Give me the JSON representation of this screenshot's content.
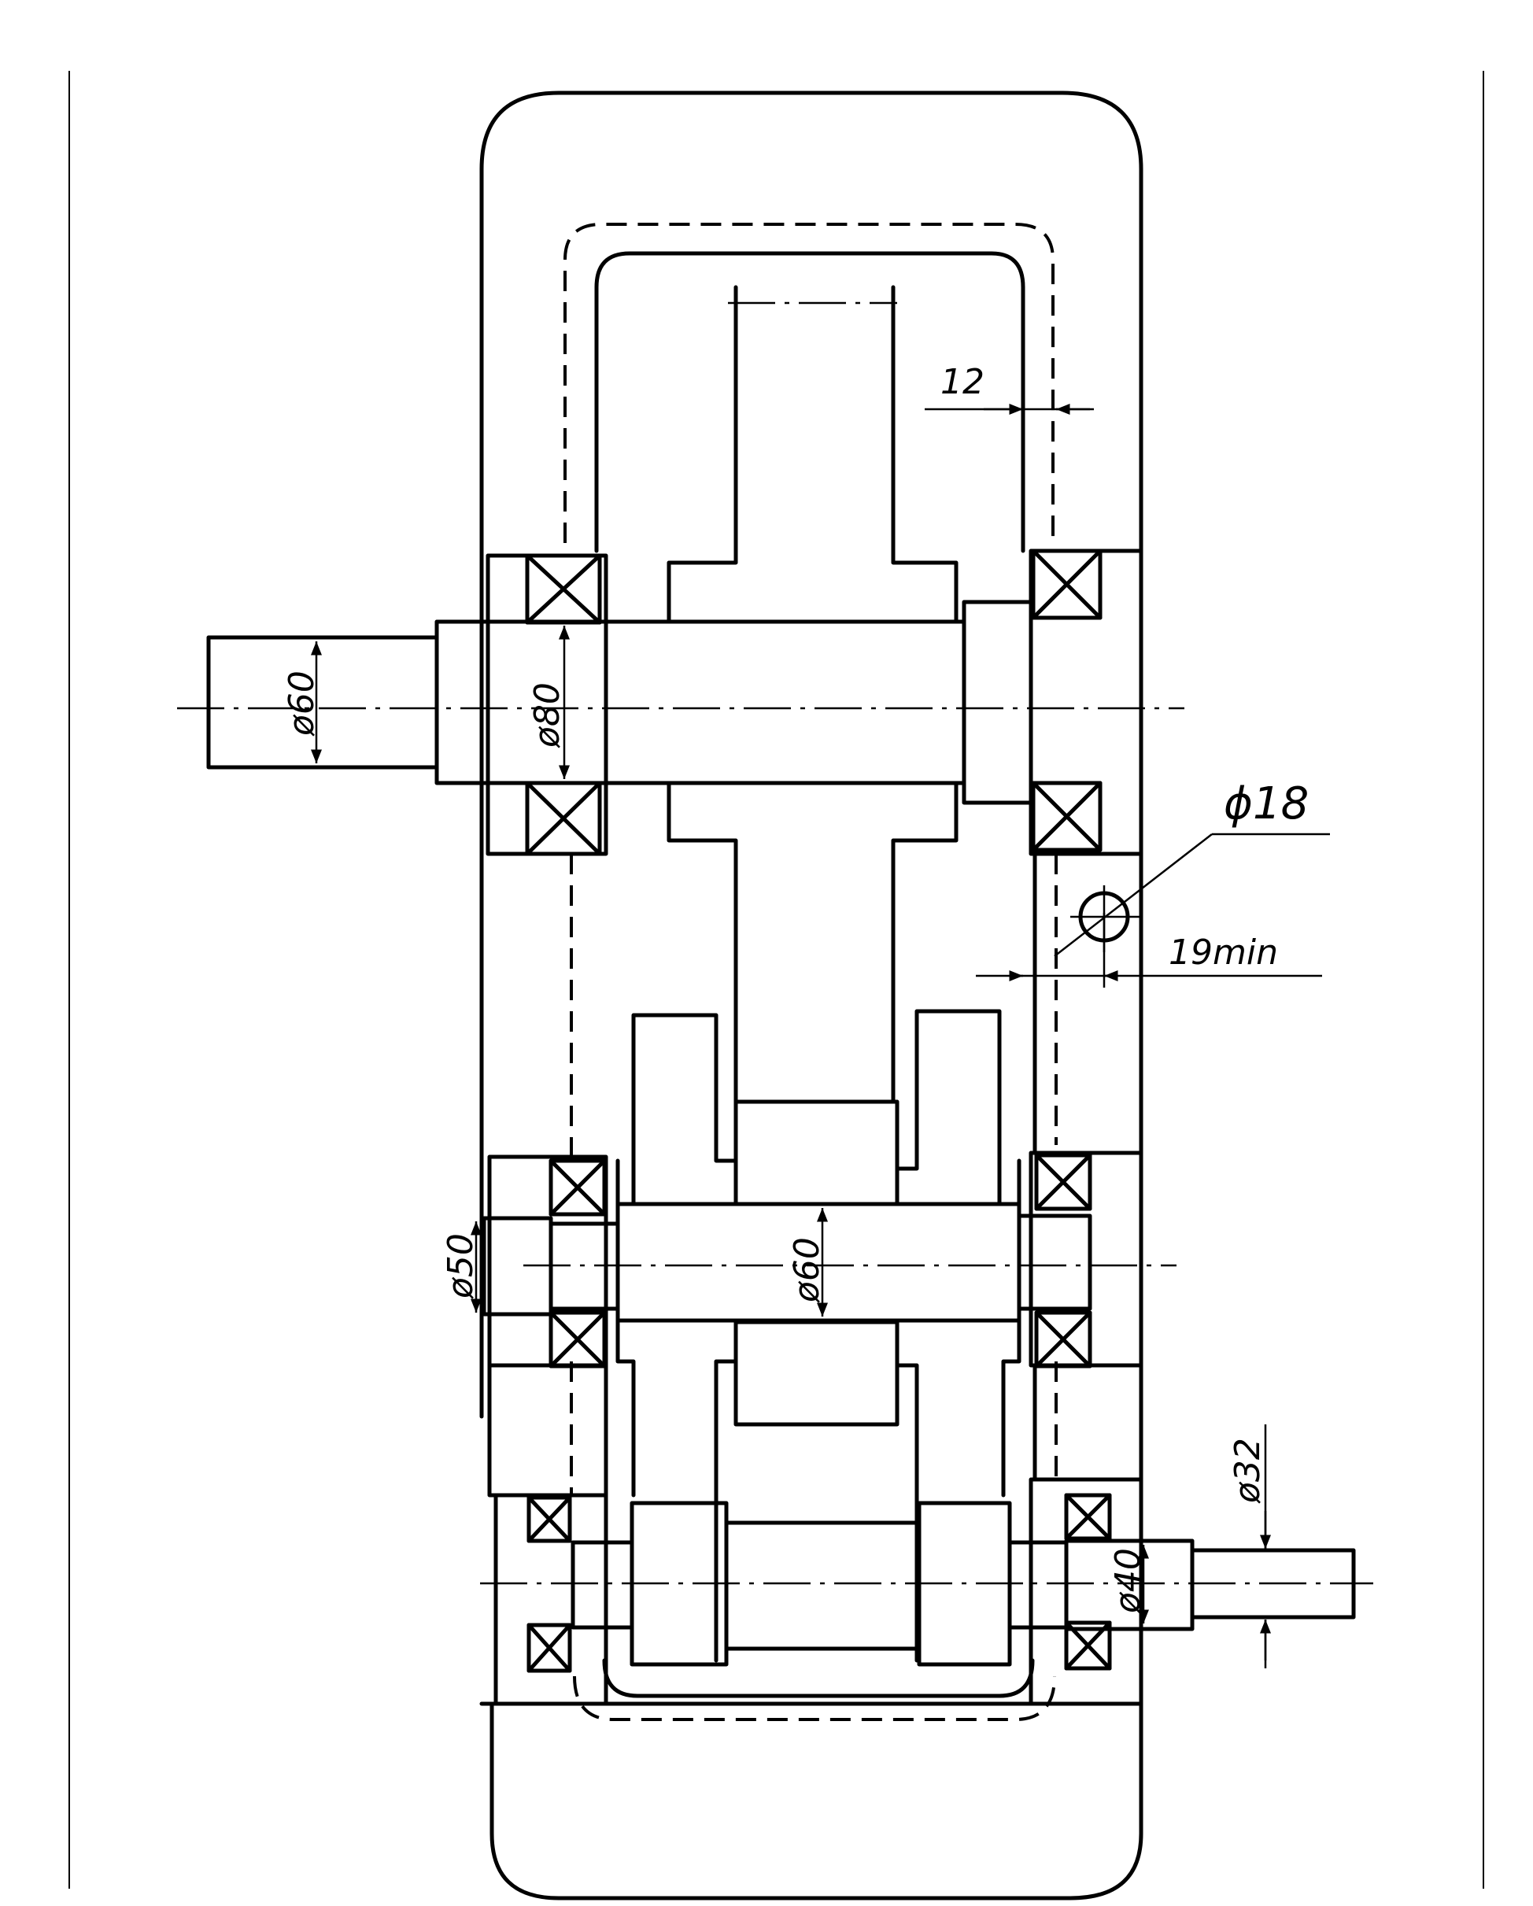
{
  "dimensions": {
    "input_shaft_end": "ø60",
    "input_shaft_body": "ø80",
    "intermediate_shaft_end": "ø50",
    "intermediate_shaft_body": "ø60",
    "output_shaft_body": "ø40",
    "output_shaft_end": "ø32",
    "hole_diameter": "ϕ18",
    "wall_clearance": "12",
    "hole_edge_distance": "19min"
  }
}
